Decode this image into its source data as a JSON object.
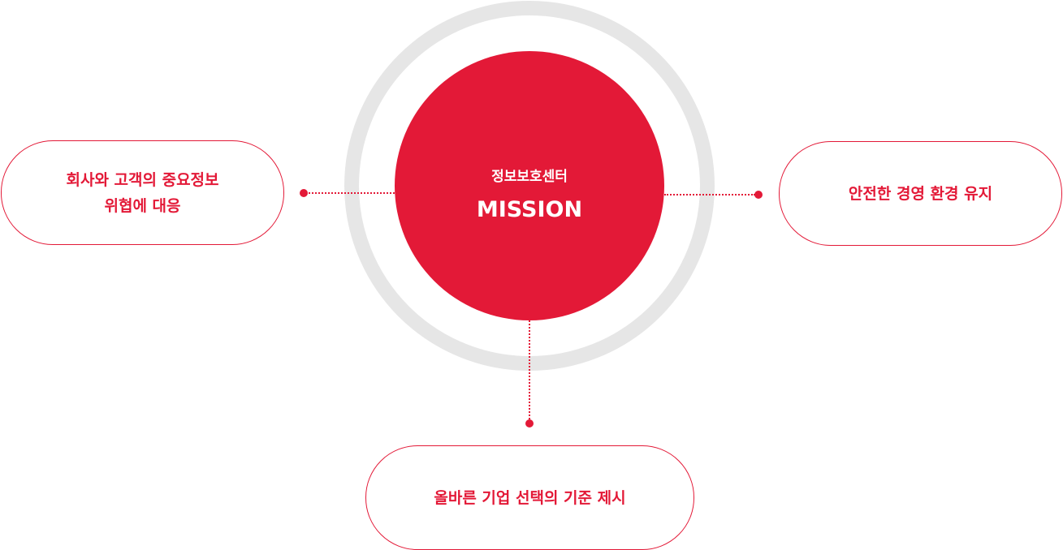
{
  "center": {
    "subtitle": "정보보호센터",
    "title": "MISSION"
  },
  "missions": [
    {
      "line1": "회사와 고객의 중요정보",
      "line2": "위협에 대응"
    },
    {
      "text": "안전한 경영 환경 유지"
    },
    {
      "text": "올바른 기업 선택의 기준 제시"
    }
  ],
  "colors": {
    "accent": "#e31937",
    "ring": "#e6e6e6"
  }
}
